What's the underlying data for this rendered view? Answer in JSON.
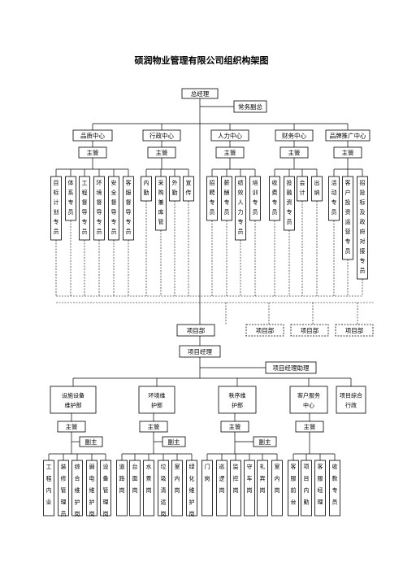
{
  "title": "硕润物业管理有限公司组织构架图",
  "top": {
    "gm": "总经理",
    "deputy": "常务副总",
    "depts": [
      {
        "name": "品质中心",
        "head": "主管",
        "roles": [
          "目标计划专员",
          "体系专员",
          "工程督导专员",
          "环境督导专员",
          "安全督导专员",
          "客服督导专员"
        ]
      },
      {
        "name": "行政中心",
        "head": "主管",
        "roles": [
          "内勤",
          "采购兼库管",
          "外勤",
          "宣传"
        ]
      },
      {
        "name": "人力中心",
        "head": "主管",
        "roles": [
          "招聘专员",
          "薪酬专员",
          "绩效人力专员",
          "培训专员"
        ]
      },
      {
        "name": "财务中心",
        "head": "主管",
        "roles": [
          "收费专员",
          "投融资专员",
          "会计",
          "出纳"
        ]
      },
      {
        "name": "品牌推广中心",
        "head": "主管",
        "roles": [
          "活动专员",
          "客户投资运营专员",
          "招投标及政府对接专员"
        ]
      }
    ]
  },
  "projects": [
    "项目部",
    "项目部",
    "项目部",
    "项目部"
  ],
  "project_manager": "项目经理",
  "project_assistant": "项目经理助理",
  "bottom_depts": [
    {
      "name": "设施设备维护部",
      "head": "主管",
      "deputy": "副主",
      "roles": [
        "工程内业",
        "装修管理员",
        "综合维护岗",
        "弱电维护岗",
        "设备管理岗"
      ]
    },
    {
      "name": "环境维护部",
      "head": "主管",
      "deputy": "副主",
      "roles": [
        "道路岗",
        "台面岗",
        "水景岗",
        "垃圾清运岗",
        "室内岗",
        "绿化维护岗"
      ]
    },
    {
      "name": "秩序维护部",
      "head": "主管",
      "deputy": "副主",
      "roles": [
        "门岗",
        "巡逻岗",
        "监控岗",
        "守车岗",
        "礼宾岗",
        "室内岗"
      ]
    },
    {
      "name": "客户服务中心",
      "head": "主管",
      "roles": [
        "客服前台",
        "项目内勤",
        "客服经理",
        "收款专员"
      ]
    },
    {
      "name": "项目综合行政"
    }
  ]
}
